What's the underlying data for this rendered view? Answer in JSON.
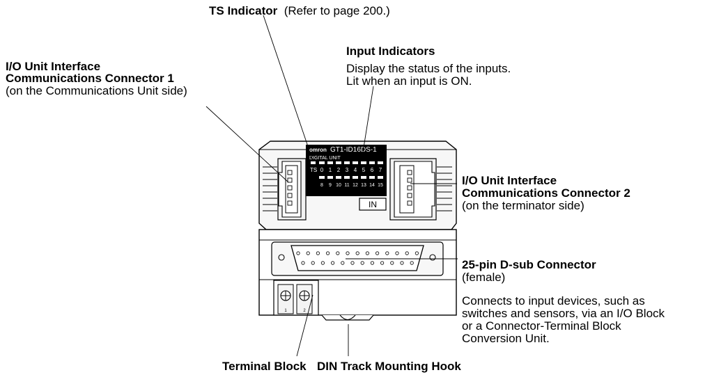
{
  "callouts": {
    "ts_indicator": {
      "title": "TS Indicator",
      "note": "(Refer to page 200.)"
    },
    "input_indicators": {
      "title": "Input Indicators",
      "desc1": "Display the status of the inputs.",
      "desc2": "Lit when an input is ON."
    },
    "connector1": {
      "title1": "I/O Unit Interface",
      "title2": "Communications Connector 1",
      "note": "(on the Communications Unit side)"
    },
    "connector2": {
      "title1": "I/O Unit Interface",
      "title2": "Communications Connector 2",
      "note": "(on the terminator side)"
    },
    "dsub": {
      "title": "25-pin D-sub Connector",
      "note": "(female)",
      "desc1": "Connects to input devices, such as",
      "desc2": "switches and sensors, via an I/O Block",
      "desc3": "or a Connector-Terminal Block",
      "desc4": "Conversion Unit."
    },
    "terminal_block": {
      "title": "Terminal Block"
    },
    "din_hook": {
      "title": "DIN Track Mounting Hook"
    }
  },
  "device": {
    "brand": "omron",
    "model": "GT1-ID16DS-1",
    "unit_type": "DIGITAL UNIT",
    "ts_label": "TS",
    "row1_numbers": [
      "0",
      "1",
      "2",
      "3",
      "4",
      "5",
      "6",
      "7"
    ],
    "row2_numbers": [
      "8",
      "9",
      "10",
      "11",
      "12",
      "13",
      "14",
      "15"
    ],
    "in_label": "IN",
    "terminal_numbers": [
      "1",
      "2"
    ]
  }
}
